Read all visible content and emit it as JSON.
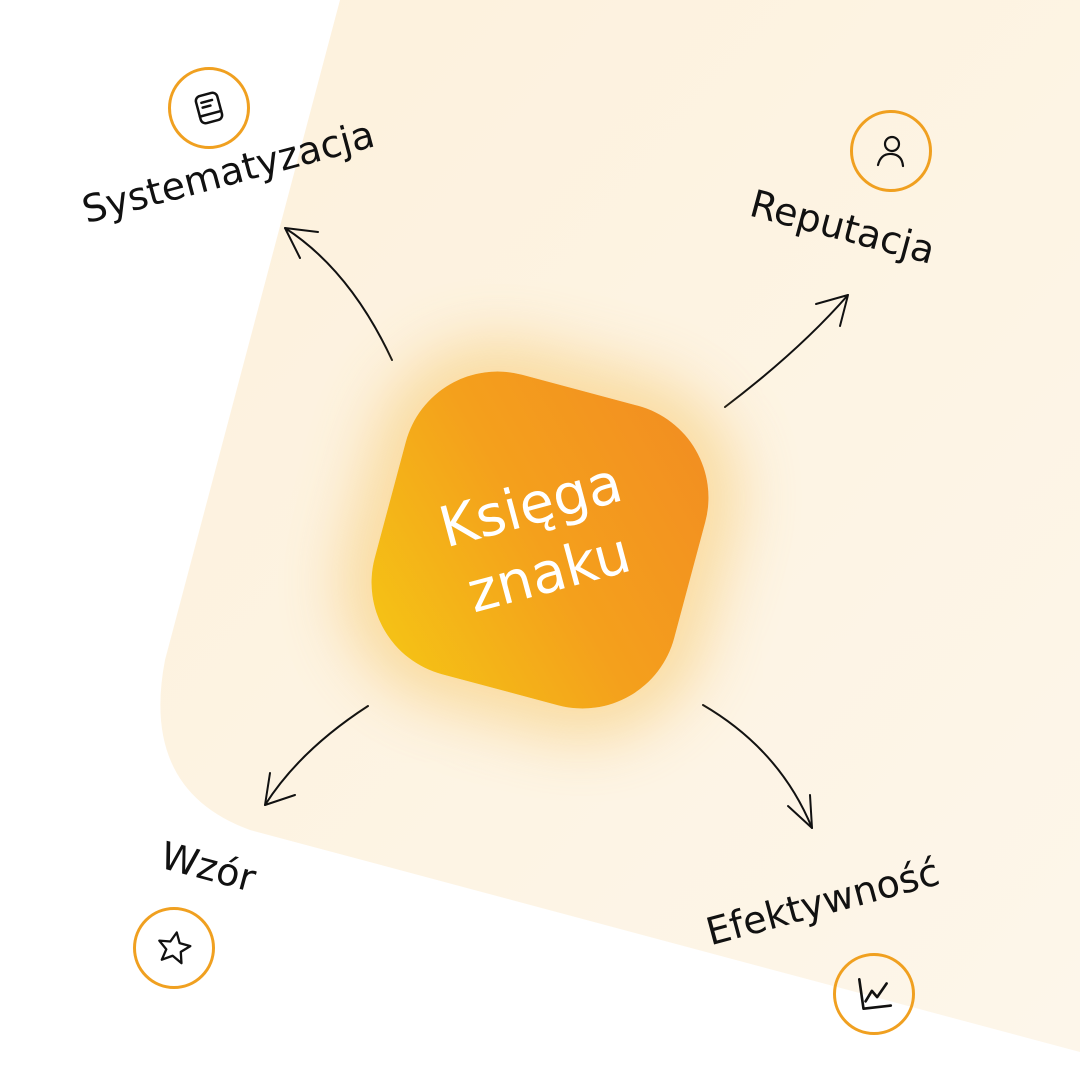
{
  "center": {
    "line1": "Księga",
    "line2": "znaku"
  },
  "nodes": [
    {
      "label": "Systematyzacja",
      "icon": "book-icon"
    },
    {
      "label": "Reputacja",
      "icon": "user-icon"
    },
    {
      "label": "Wzór",
      "icon": "star-icon"
    },
    {
      "label": "Efektywność",
      "icon": "chart-line-icon"
    }
  ],
  "colors": {
    "accent": "#f0a020",
    "background": "#fdf4e4",
    "blob_start": "#f5c814",
    "blob_end": "#f28c22"
  }
}
